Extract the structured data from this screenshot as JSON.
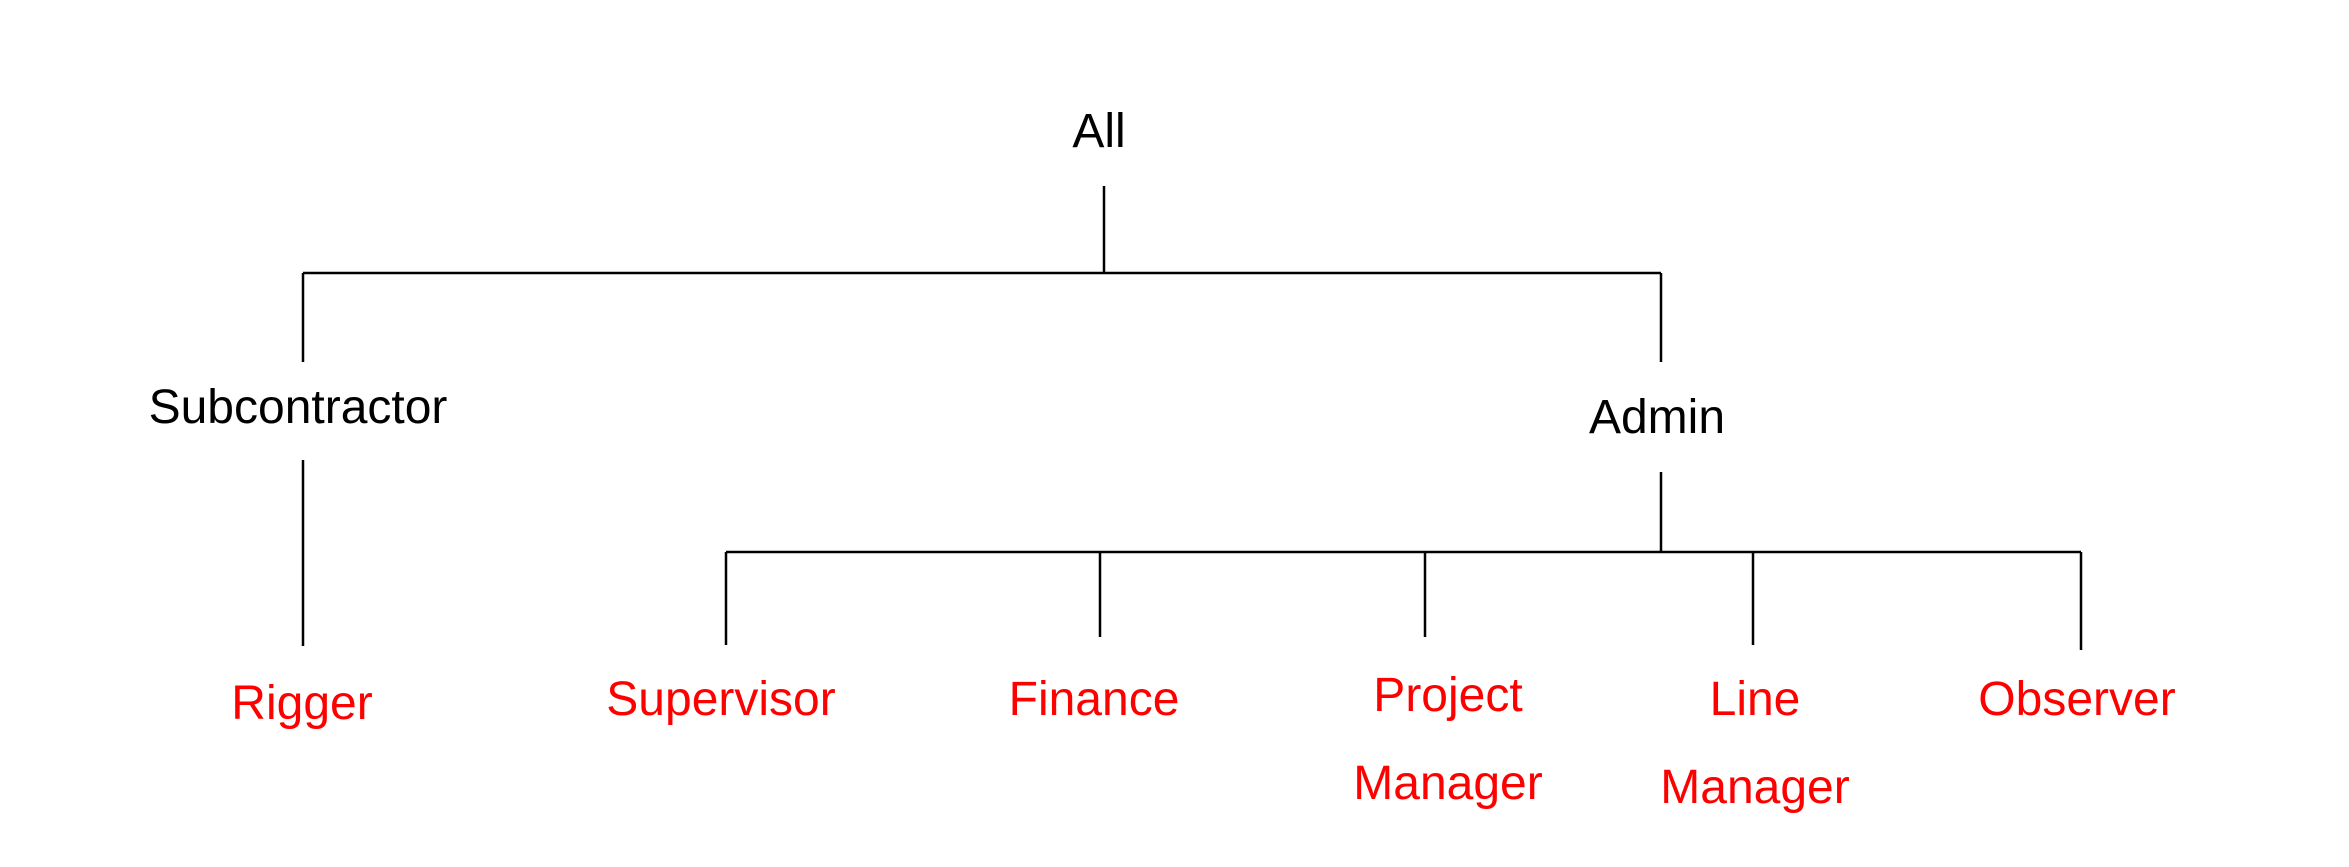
{
  "diagram": {
    "colors": {
      "parent_text": "#000000",
      "leaf_text": "#ff0000",
      "connector": "#000000"
    },
    "nodes": {
      "all": {
        "lines": [
          "All"
        ]
      },
      "subcontractor": {
        "lines": [
          "Subcontractor"
        ]
      },
      "admin": {
        "lines": [
          "Admin"
        ]
      },
      "rigger": {
        "lines": [
          "Rigger"
        ]
      },
      "supervisor": {
        "lines": [
          "Supervisor"
        ]
      },
      "finance": {
        "lines": [
          "Finance"
        ]
      },
      "project_manager": {
        "lines": [
          "Project",
          "Manager"
        ]
      },
      "line_manager": {
        "lines": [
          "Line",
          "Manager"
        ]
      },
      "observer": {
        "lines": [
          "Observer"
        ]
      }
    }
  }
}
